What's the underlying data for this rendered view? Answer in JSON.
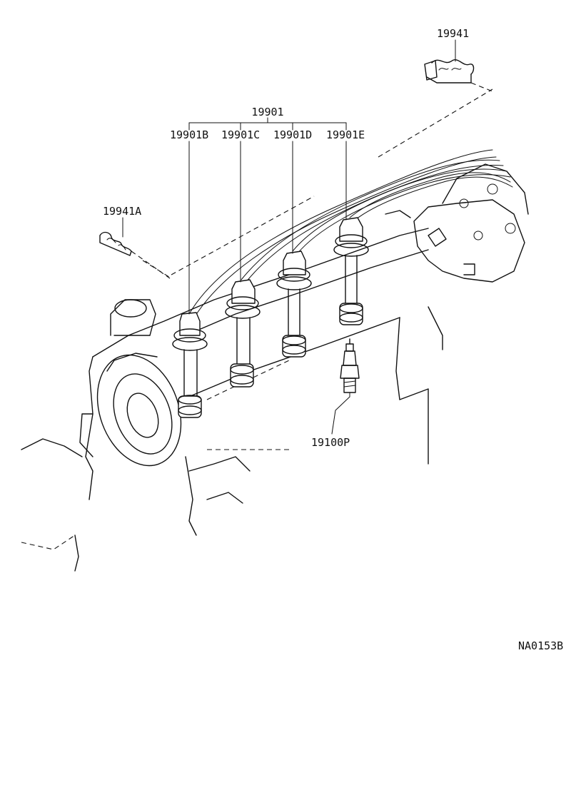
{
  "labels": {
    "wire_set": "19901",
    "wire_b": "19901B",
    "wire_c": "19901C",
    "wire_d": "19901D",
    "wire_e": "19901E",
    "clamp": "19941",
    "clamp_a": "19941A",
    "spark_plug": "19100P",
    "figure_code": "NA0153B"
  }
}
